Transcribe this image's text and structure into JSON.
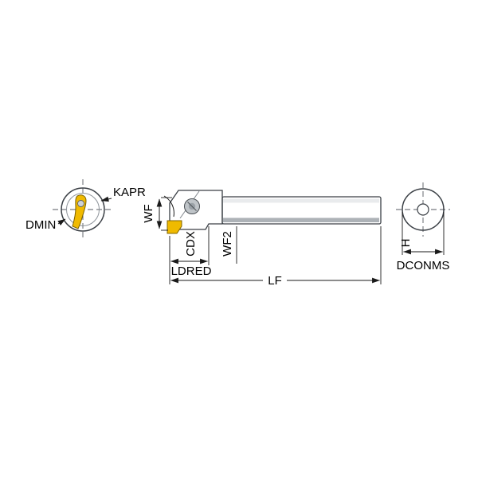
{
  "diagram": {
    "labels": {
      "kapr": "KAPR",
      "dmin": "DMIN",
      "wf": "WF",
      "cdx": "CDX",
      "wf2": "WF2",
      "ldred": "LDRED",
      "lf": "LF",
      "h": "H",
      "dconms": "DCONMS"
    },
    "colors": {
      "insert_yellow": "#f0ba00",
      "body_gray": "#c8ccd0",
      "outline": "#3a3f45"
    }
  }
}
